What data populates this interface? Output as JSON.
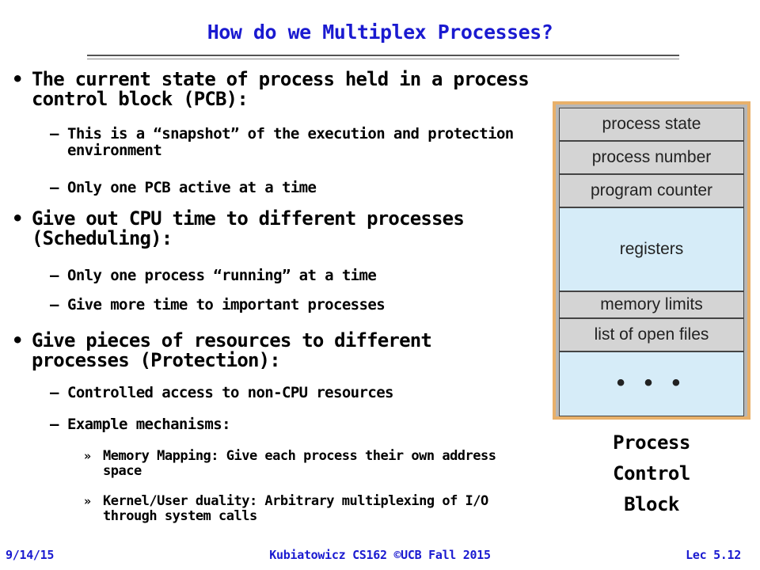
{
  "slide": {
    "title": "How do we Multiplex Processes?",
    "bullets": [
      {
        "text": "The current state of process held in a process control block (PCB):",
        "subs": [
          "This is a “snapshot” of the execution and protection environment",
          "Only one PCB active at a time"
        ]
      },
      {
        "text": "Give out CPU time to different processes (Scheduling):",
        "subs": [
          "Only one process “running” at a time",
          "Give more time to important processes"
        ]
      },
      {
        "text": "Give pieces of resources to different processes (Protection):",
        "subs": [
          "Controlled access to non-CPU resources",
          "Example mechanisms:"
        ],
        "subsubs": [
          "Memory Mapping: Give each process their own address space",
          "Kernel/User duality: Arbitrary multiplexing of I/O through system calls"
        ]
      }
    ],
    "markers": {
      "bullet": "•",
      "dash": "–",
      "subsub": "»"
    }
  },
  "pcb": {
    "fields": [
      "process state",
      "process number",
      "program counter",
      "registers",
      "memory limits",
      "list of open files",
      "• • •"
    ],
    "label_lines": [
      "Process",
      "Control",
      "Block"
    ],
    "colors": {
      "border": "#e8b06a",
      "gray": "#d4d4d4",
      "blue": "#d6ecf8"
    }
  },
  "footer": {
    "date": "9/14/15",
    "center": "Kubiatowicz CS162 ©UCB Fall 2015",
    "right": "Lec 5.12"
  },
  "colors": {
    "title": "#1a1ad0"
  }
}
